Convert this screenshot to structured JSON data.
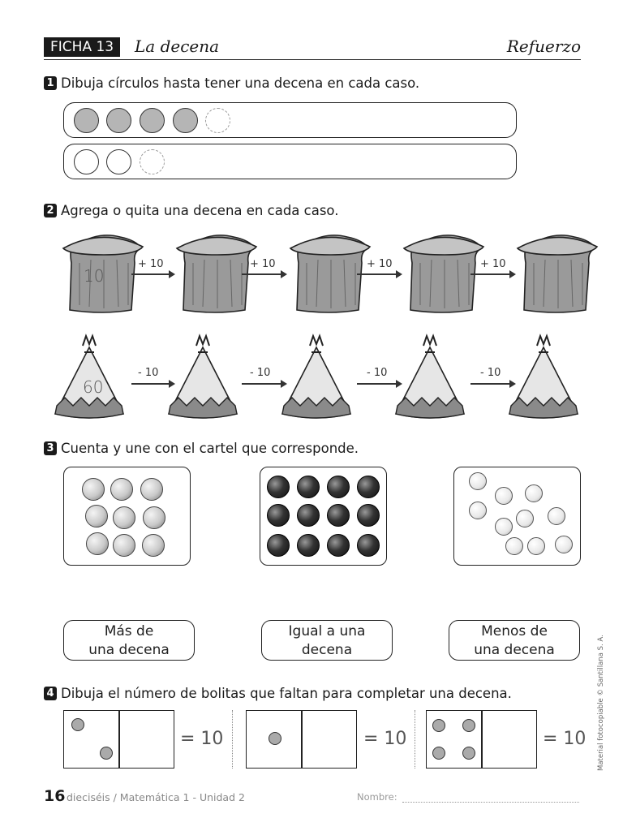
{
  "header": {
    "badge": "FICHA 13",
    "title": "La decena",
    "type": "Refuerzo"
  },
  "ex1": {
    "num": "1",
    "text": "Dibuja círculos hasta tener una decena en cada caso.",
    "rows": [
      {
        "filled": 4,
        "dashed": 1,
        "style": "filled"
      },
      {
        "filled": 2,
        "dashed": 1,
        "style": "empty"
      }
    ]
  },
  "ex2": {
    "num": "2",
    "text": "Agrega o quita una decena en cada caso.",
    "huts": {
      "start": "10",
      "op": "+ 10"
    },
    "tipis": {
      "start": "60",
      "op": "- 10"
    }
  },
  "ex3": {
    "num": "3",
    "text": "Cuenta y une con el cartel que corresponde.",
    "signs": [
      {
        "line1": "Más de",
        "line2": "una decena"
      },
      {
        "line1": "Igual a una",
        "line2": "decena"
      },
      {
        "line1": "Menos de",
        "line2": "una decena"
      }
    ]
  },
  "ex4": {
    "num": "4",
    "text": "Dibuja el número de bolitas que faltan para completar una decena.",
    "equals": "= 10"
  },
  "footer": {
    "page": "16",
    "text": "dieciséis / Matemática 1 - Unidad 2",
    "name_label": "Nombre:",
    "side": "Material fotocopiable © Santillana S. A."
  },
  "colors": {
    "ink": "#1a1a1a",
    "gray": "#b5b5b5",
    "hut": "#9a9a9a",
    "tipi": "#e6e6e6"
  }
}
